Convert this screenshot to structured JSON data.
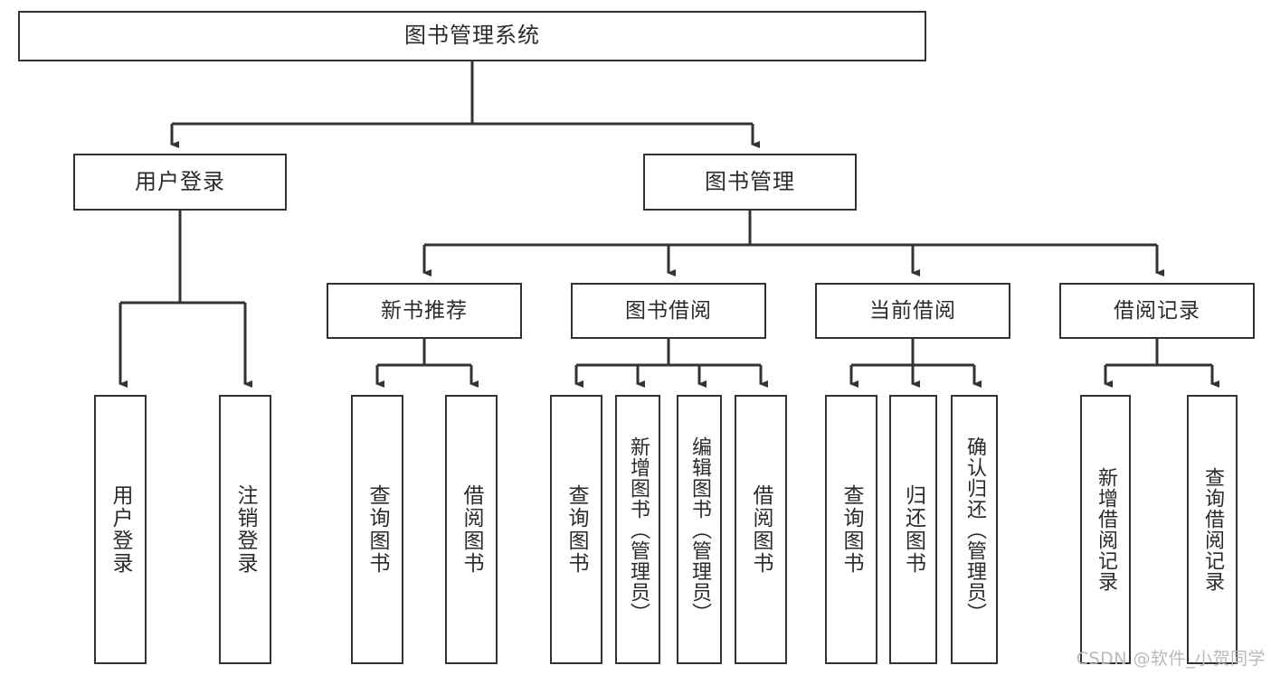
{
  "diagram": {
    "title": "图书管理系统",
    "watermark": "CSDN @软件_小贺同学",
    "colors": {
      "stroke": "#333333",
      "text": "#2b2b2b",
      "background": "#ffffff",
      "watermark": "#b9b9b9"
    },
    "nodes": {
      "root": {
        "label": "图书管理系统"
      },
      "level2": [
        {
          "label": "用户登录"
        },
        {
          "label": "图书管理"
        }
      ],
      "level3": [
        {
          "label": "新书推荐"
        },
        {
          "label": "图书借阅"
        },
        {
          "label": "当前借阅"
        },
        {
          "label": "借阅记录"
        }
      ],
      "leaves": [
        {
          "label": "用户登录"
        },
        {
          "label": "注销登录"
        },
        {
          "label": "查询图书"
        },
        {
          "label": "借阅图书"
        },
        {
          "label": "查询图书"
        },
        {
          "label": "新增图书（管理员）"
        },
        {
          "label": "编辑图书（管理员）"
        },
        {
          "label": "借阅图书"
        },
        {
          "label": "查询图书"
        },
        {
          "label": "归还图书"
        },
        {
          "label": "确认归还（管理员）"
        },
        {
          "label": "新增借阅记录"
        },
        {
          "label": "查询借阅记录"
        }
      ]
    }
  }
}
